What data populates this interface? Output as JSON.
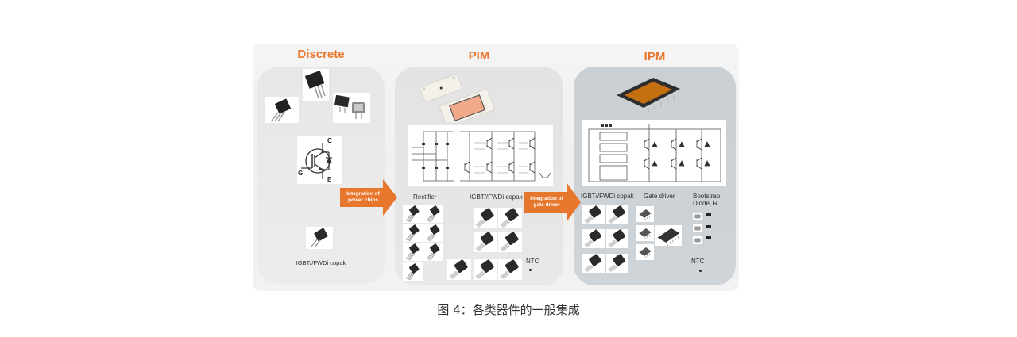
{
  "figure": {
    "columns": [
      {
        "title": "Discrete",
        "labels": [
          "IGBT//FWDi copak"
        ],
        "symbol_terminals": [
          "C",
          "G",
          "E"
        ]
      },
      {
        "title": "PIM",
        "labels": [
          "Rectifier",
          "IGBT//FWDi copak",
          "NTC"
        ]
      },
      {
        "title": "IPM",
        "labels": [
          "IGBT//FWDi copak",
          "Gate driver",
          "Bootstrap Diode, R",
          "NTC"
        ]
      }
    ],
    "arrows": [
      {
        "label_line1": "Integration of",
        "label_line2": "power chips"
      },
      {
        "label_line1": "Integration of",
        "label_line2": "gate driver"
      }
    ],
    "colors": {
      "accent": "#e8772e",
      "ipm_panel": "#cdd3d7",
      "panel": "#e6e6e6"
    }
  },
  "caption": "图 4：各类器件的一般集成"
}
